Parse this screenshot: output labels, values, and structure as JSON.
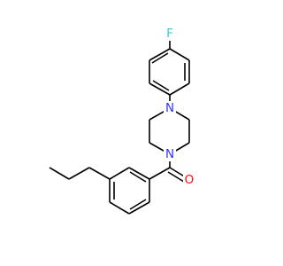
{
  "atoms": {
    "fluorine": {
      "symbol": "F",
      "color": "#33cccc"
    },
    "n_top": {
      "symbol": "N",
      "color": "#3333ff"
    },
    "n_bottom": {
      "symbol": "N",
      "color": "#3333ff"
    },
    "oxygen": {
      "symbol": "O",
      "color": "#ff0d0d"
    }
  },
  "bond_color": "#000000"
}
